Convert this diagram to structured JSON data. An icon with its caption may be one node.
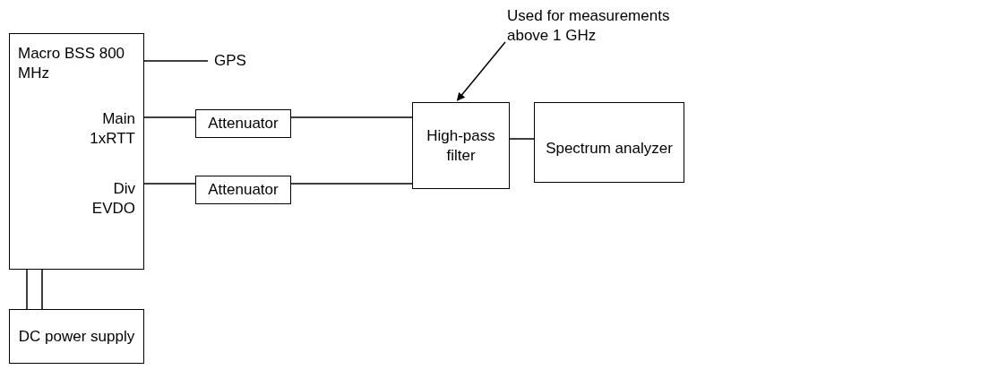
{
  "diagram": {
    "nodes": [
      {
        "text": [
          "Macro BSS 800 MHz",
          "Main 1xRTT",
          "Div EVDO"
        ]
      },
      {
        "text": [
          "GPS"
        ]
      },
      {
        "text": [
          "Attenuator"
        ]
      },
      {
        "text": [
          "Attenuator"
        ]
      },
      {
        "text": [
          "High-pass filter"
        ]
      },
      {
        "text": [
          "Spectrum analyzer"
        ]
      },
      {
        "text": [
          "Used for measurements above 1 GHz"
        ]
      },
      {
        "text": [
          "DC power supply"
        ]
      }
    ],
    "edges": [
      {
        "from": 0,
        "to": 1,
        "arrow": "none"
      },
      {
        "from": 0,
        "to": 2,
        "arrow": "none"
      },
      {
        "from": 0,
        "to": 3,
        "arrow": "none"
      },
      {
        "from": 2,
        "to": 4,
        "arrow": "none"
      },
      {
        "from": 3,
        "to": 4,
        "arrow": "none"
      },
      {
        "from": 4,
        "to": 5,
        "arrow": "none"
      },
      {
        "from": 6,
        "to": 4,
        "arrow": "to"
      },
      {
        "from": 0,
        "to": 7,
        "arrow": "none"
      },
      {
        "from": 0,
        "to": 7,
        "arrow": "none"
      }
    ]
  }
}
